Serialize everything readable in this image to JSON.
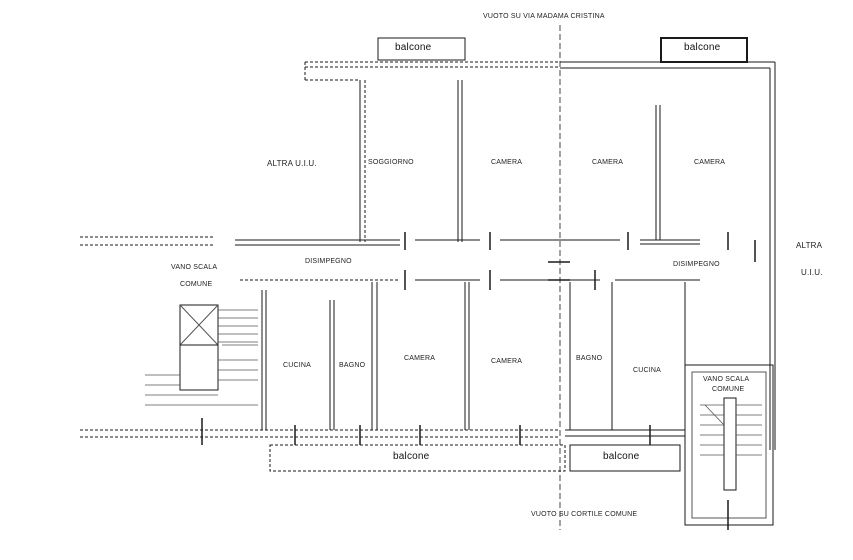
{
  "labels": {
    "top_void": "VUOTO SU VIA MADAMA CRISTINA",
    "bottom_void": "VUOTO SU CORTILE COMUNE",
    "balcony": "balcone",
    "other_unit_left": "ALTRA U.I.U.",
    "other_unit_right_1": "ALTRA",
    "other_unit_right_2": "U.I.U.",
    "soggiorno": "SOGGIORNO",
    "camera": "CAMERA",
    "disimpegno": "DISIMPEGNO",
    "vano_scala": "VANO SCALA",
    "comune": "COMUNE",
    "cucina": "CUCINA",
    "bagno": "BAGNO"
  },
  "colors": {
    "line": "#1a1a1a",
    "thin": "#555555",
    "background": "#ffffff"
  }
}
